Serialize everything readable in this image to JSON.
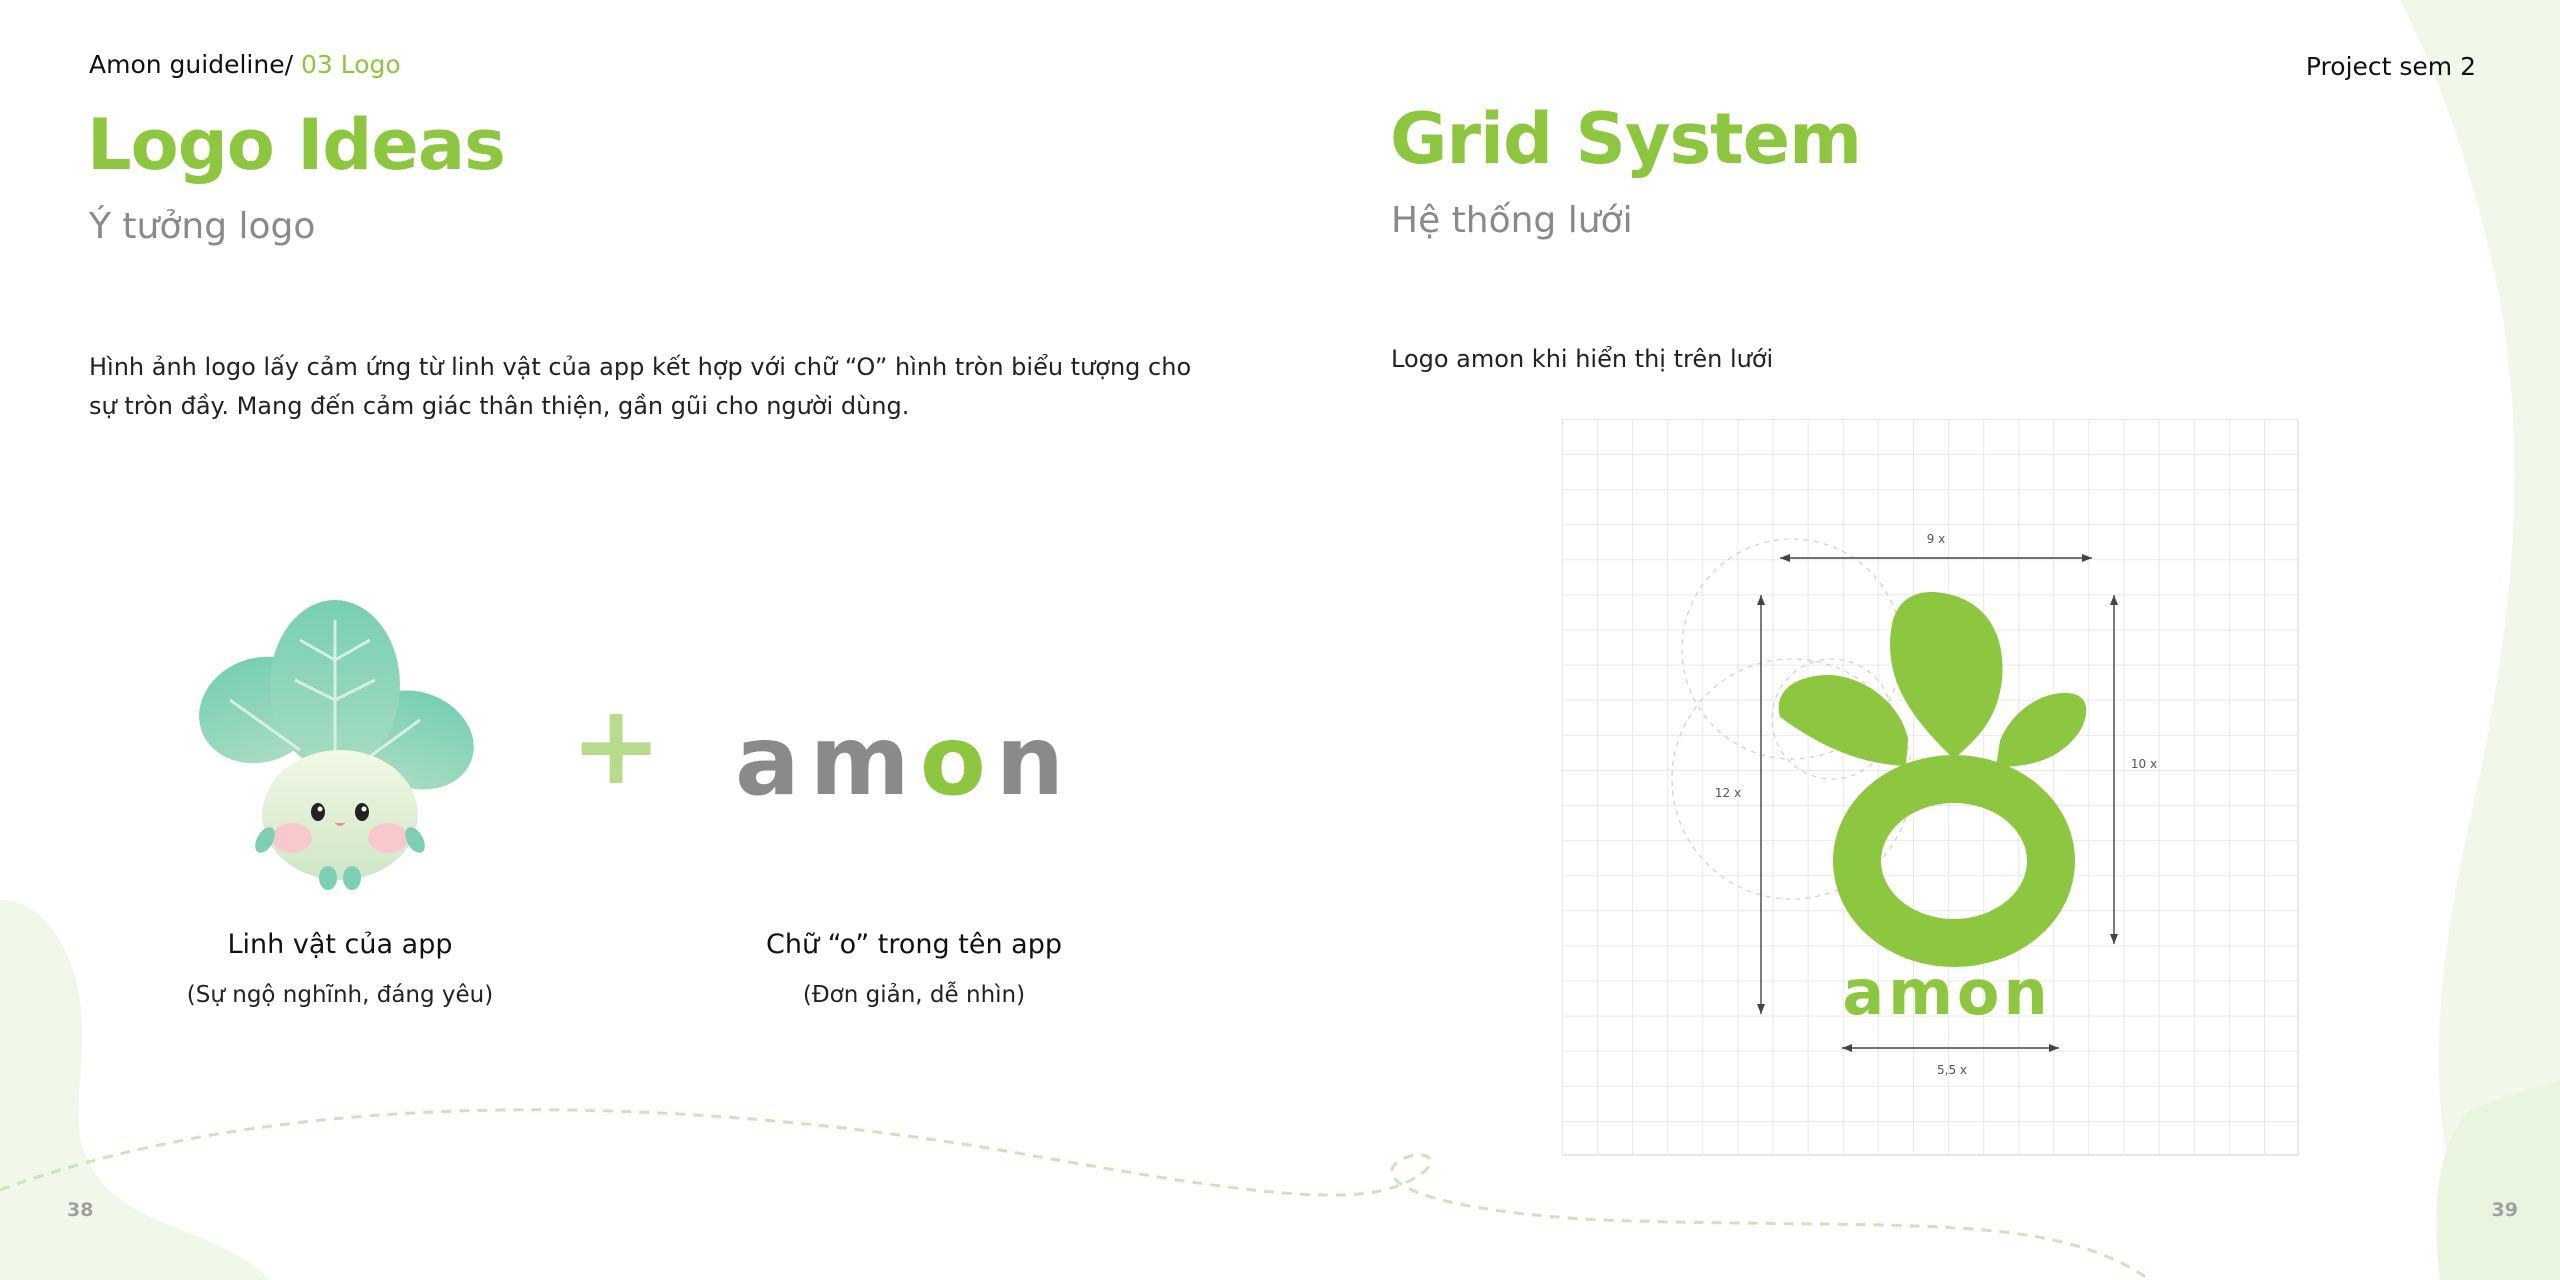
{
  "header": {
    "breadcrumb_prefix": "Amon guideline/ ",
    "breadcrumb_section": "03 Logo",
    "project": "Project sem 2"
  },
  "left": {
    "title": "Logo Ideas",
    "subtitle": "Ý tưởng logo",
    "description": "Hình ảnh logo lấy cảm ứng từ linh vật của app kết hợp với chữ “O” hình tròn biểu tượng cho sự tròn đầy. Mang đến cảm giác thân thiện, gần gũi cho người dùng.",
    "plus": "+",
    "wordmark": {
      "a": "a",
      "m": "m",
      "o": "o",
      "n": "n"
    },
    "mascot_caption": {
      "title": "Linh vật của app",
      "sub": "(Sự ngộ nghĩnh, đáng yêu)"
    },
    "letter_caption": {
      "title": "Chữ “o” trong tên app",
      "sub": "(Đơn giản, dễ nhìn)"
    },
    "page_number": "38"
  },
  "right": {
    "title": "Grid System",
    "subtitle": "Hệ thống lưới",
    "description": "Logo amon khi hiển thị trên lưới",
    "grid_logo_text": "amon",
    "dimensions": {
      "top": "9 x",
      "left": "12 x",
      "right": "10 x",
      "bottom": "5,5 x"
    },
    "page_number": "39"
  },
  "colors": {
    "accent": "#8dc63f",
    "gray_text": "#8a8a8a",
    "wordmark_gray": "#8a8a8d",
    "background_blob": "#eef7e6"
  }
}
